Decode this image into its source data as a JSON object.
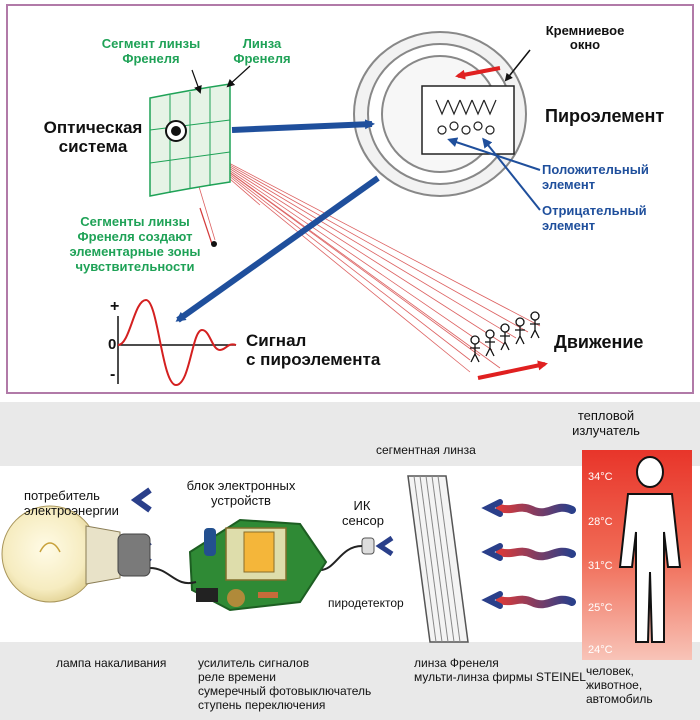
{
  "top": {
    "lens_segment_label": "Сегмент линзы\nФренеля",
    "lens_label": "Линза\nФренеля",
    "optical_system": "Оптическая\nсистема",
    "silicon_window": "Кремниевое\nокно",
    "pyroelement": "Пироэлемент",
    "positive_element": "Положительный\nэлемент",
    "negative_element": "Отрицательный\nэлемент",
    "segments_note": "Сегменты линзы\nФренеля создают\nэлементарные зоны\nчувствительности",
    "signal_label": "Сигнал\nс пироэлемента",
    "axis_plus": "+",
    "axis_zero": "0",
    "axis_minus": "-",
    "motion_label": "Движение"
  },
  "bottom": {
    "heat_source": "тепловой\nизлучатель",
    "segment_lens": "сегментная линза",
    "consumer": "потребитель\nэлектроэнергии",
    "electronics_block": "блок электронных\nустройств",
    "ir_sensor": "ИК\nсенсор",
    "pyrodetector": "пиродетектор",
    "incandescent_lamp": "лампа накаливания",
    "electronics_list": "усилитель сигналов\nреле времени\nсумеречный фотовыключатель\nступень переключения",
    "fresnel_lens": "линза Френеля\nмульти-линза фирмы STEINEL",
    "subjects": "человек,\nживотное,\nавтомобиль",
    "temperatures": [
      "34°C",
      "28°C",
      "31°C",
      "25°C",
      "24°C"
    ]
  },
  "colors": {
    "arrow_blue": "#1f4f9c",
    "arrow_red": "#e02020",
    "green_text": "#1fa257",
    "frame": "#b17aa8"
  }
}
